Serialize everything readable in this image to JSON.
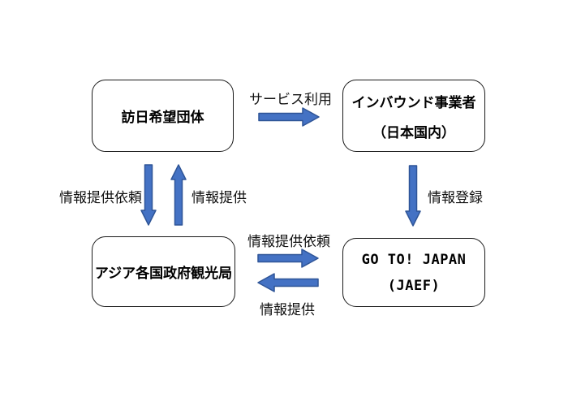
{
  "diagram": {
    "nodes": {
      "top_left": {
        "label": "訪日希望団体"
      },
      "top_right": {
        "line1": "インバウンド事業者",
        "line2": "（日本国内）"
      },
      "bottom_left": {
        "label": "アジア各国政府観光局"
      },
      "bottom_right": {
        "line1": "GO TO! JAPAN",
        "line2": "(JAEF)"
      }
    },
    "edges": {
      "service_use": {
        "label": "サービス利用"
      },
      "info_request_left": {
        "label": "情報提供依頼"
      },
      "info_provide_left": {
        "label": "情報提供"
      },
      "info_register": {
        "label": "情報登録"
      },
      "info_request_mid": {
        "label": "情報提供依頼"
      },
      "info_provide_mid": {
        "label": "情報提供"
      }
    },
    "colors": {
      "arrow_fill": "#4472C4",
      "arrow_stroke": "#2F5597",
      "box_fill": "#FFFFFF",
      "box_border": "#1A1A1A",
      "text": "#000000",
      "background": "#FFFFFF"
    }
  }
}
